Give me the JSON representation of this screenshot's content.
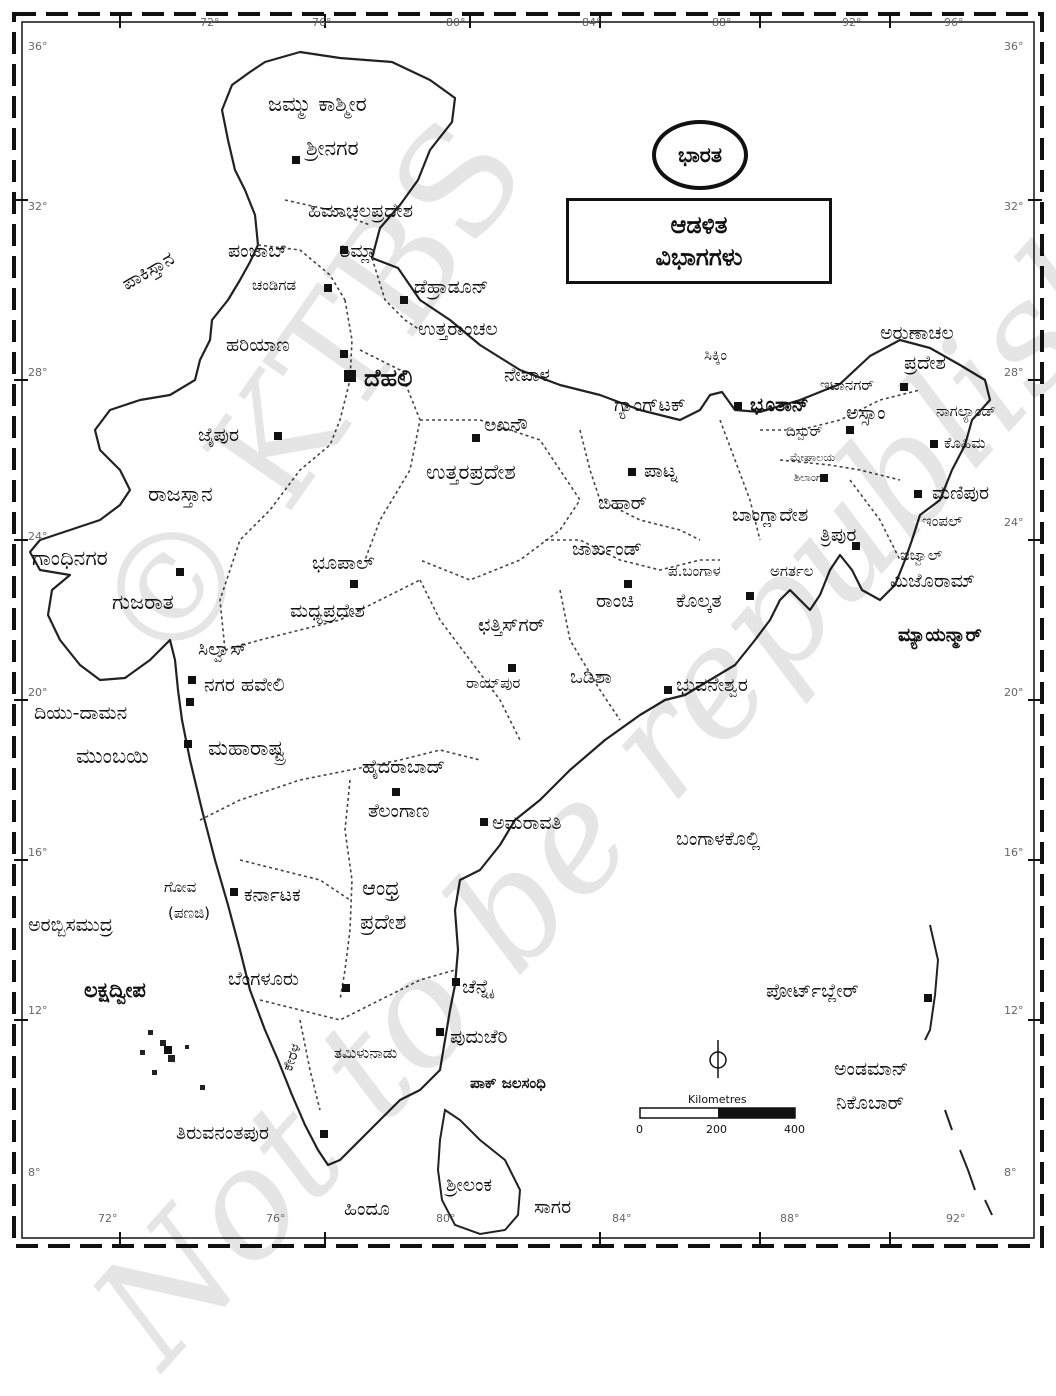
{
  "title": {
    "oval": "ಭಾರತ",
    "box_line1": "ಆಡಳಿತ",
    "box_line2": "ವಿಭಾಗಗಳು"
  },
  "states": {
    "jk": "ಜಮ್ಮು ಕಾಶ್ಮೀರ",
    "hp": "ಹಿಮಾಚಲಪ್ರದೇಶ",
    "punjab": "ಪಂಜಾಬ್",
    "haryana": "ಹರಿಯಾಣ",
    "uttaranchal": "ಉತ್ತರಾಂಚಲ",
    "rajasthan": "ರಾಜಸ್ತಾನ",
    "up": "ಉತ್ತರಪ್ರದೇಶ",
    "bihar": "ಬಿಹಾರ್",
    "sikkim": "ಸಿಕ್ಕಿಂ",
    "arunachal1": "ಅರುಣಾಚಲ",
    "arunachal2": "ಪ್ರದೇಶ",
    "assam": "ಅಸ್ಸಾಂ",
    "nagaland": "ನಾಗಲ್ಯಾಂಡ್",
    "manipur": "ಮಣಿಪುರ",
    "meghalaya1": "ಮೇಘಾಲಯ",
    "tripura": "ತ್ರಿಪುರ",
    "mizoram": "ಮಿಜೊರಾಮ್",
    "jharkhand": "ಜಾರ್ಖಂಡ್",
    "wb": "ಪ.ಬಂಗಾಳ",
    "gujarat": "ಗುಜರಾತ",
    "mp": "ಮಧ್ಯಪ್ರದೇಶ",
    "chhattisgarh": "ಛತ್ತಿಸ್‌ಗರ್",
    "odisha": "ಒಡಿಶಾ",
    "dnh": "ನಗರ ಹವೇಲಿ",
    "dd": "ದಿಯು-ದಾಮನ",
    "maharashtra": "ಮಹಾರಾಷ್ಟ್ರ",
    "telangana": "ತೆಲಂಗಾಣ",
    "karnataka": "ಕರ್ನಾಟಕ",
    "ap1": "ಆಂಧ್ರ",
    "ap2": "ಪ್ರದೇಶ",
    "goa_paren": "(ಪಣಜಿ)",
    "tn": "ತಮಿಳುನಾಡು",
    "kerala": "ಕೇರಳ",
    "lakshadweep": "ಲಕ್ಷದ್ವೀಪ",
    "andaman1": "ಅಂಡಮಾನ್",
    "andaman2": "ನಿಕೊಬಾರ್"
  },
  "capitals": {
    "srinagar": "ಶ್ರೀನಗರ",
    "shimla": "ಶಿಮ್ಲಾ",
    "chandigarh": "ಚಂಡಿಗಡ",
    "dehradun": "ಡೆಹ್ರಾಡೂನ್",
    "delhi": "ದೆಹಲಿ",
    "jaipur": "ಜೈಪುರ",
    "lucknow": "ಲಖನೌ",
    "patna": "ಪಾಟ್ನ",
    "gangtok": "ಗ್ಯಾಂಗ್‌ಟಕ್",
    "itanagar": "ಇಟಾನಗರ್",
    "dispur": "ದಿಸ್ಪುರ್",
    "shillong": "ಶಿಲಾಂಗ್",
    "kohima": "ಕೊಹಿಮ",
    "imphal": "ಇಂಪಲ್",
    "aizawl": "ಐಜ್ವಾಲ್",
    "agartala": "ಅಗರ್ತಲ",
    "gandhinagar": "ಗಾಂಧಿನಗರ",
    "bhopal": "ಭೂಪಾಲ್",
    "ranchi": "ರಾಂಚಿ",
    "kolkata": "ಕೊಲ್ಕತ",
    "raipur": "ರಾಯ್‌ಪುರ",
    "bhubaneswar": "ಭುವನೇಶ್ವರ",
    "silvassa": "ಸಿಲ್ವಾಸ್",
    "mumbai": "ಮುಂಬಯಿ",
    "hyderabad": "ಹೈದರಾಬಾದ್",
    "amaravati": "ಅಮರಾವತಿ",
    "goa": "ಗೋವ",
    "bengaluru": "ಬೆಂಗಳೂರು",
    "chennai": "ಚೆನ್ನೈ",
    "puducherry": "ಪುದುಚೆರಿ",
    "thiruvananthapuram": "ತಿರುವನಂತಪುರ",
    "portblair": "ಪೋರ್ಟ್‌ಬ್ಲೇರ್"
  },
  "neighbours": {
    "pakistan": "ಪಾಕಿಸ್ತಾನ",
    "nepal": "ನೇಪಾಳ",
    "bhutan": "ಭೂತಾನ್",
    "bangladesh": "ಬಾಂಗ್ಲಾದೇಶ",
    "myanmar": "ಮ್ಯಾಯನ್ಮಾರ್",
    "srilanka": "ಶ್ರೀಲಂಕ"
  },
  "water": {
    "arabian_sea": "ಅರಬ್ಬಿಸಮುದ್ರ",
    "bay_of_bengal": "ಬಂಗಾಳಕೊಲ್ಲಿ",
    "palk": "ಪಾಕ್ ಜಲಸಂಧಿ",
    "indian_ocean_1": "ಹಿಂದೂ",
    "indian_ocean_2": "ಸಾಗರ"
  },
  "scale": {
    "label": "Kilometres",
    "t0": "0",
    "t1": "200",
    "t2": "400"
  },
  "graticule": {
    "top": [
      "72°",
      "76°",
      "80°",
      "84°",
      "88°",
      "92°",
      "96°"
    ],
    "bottom": [
      "72°",
      "76°",
      "80°",
      "84°",
      "88°",
      "92°"
    ],
    "left": [
      "36°",
      "32°",
      "28°",
      "24°",
      "20°",
      "16°",
      "12°",
      "8°"
    ],
    "right": [
      "36°",
      "32°",
      "28°",
      "24°",
      "20°",
      "16°",
      "12°",
      "8°"
    ]
  },
  "watermark": {
    "line1": "© KTBS",
    "line2": "Not to be republished"
  },
  "colors": {
    "ink": "#111111",
    "border": "#111111",
    "watermark": "#cccccc"
  }
}
